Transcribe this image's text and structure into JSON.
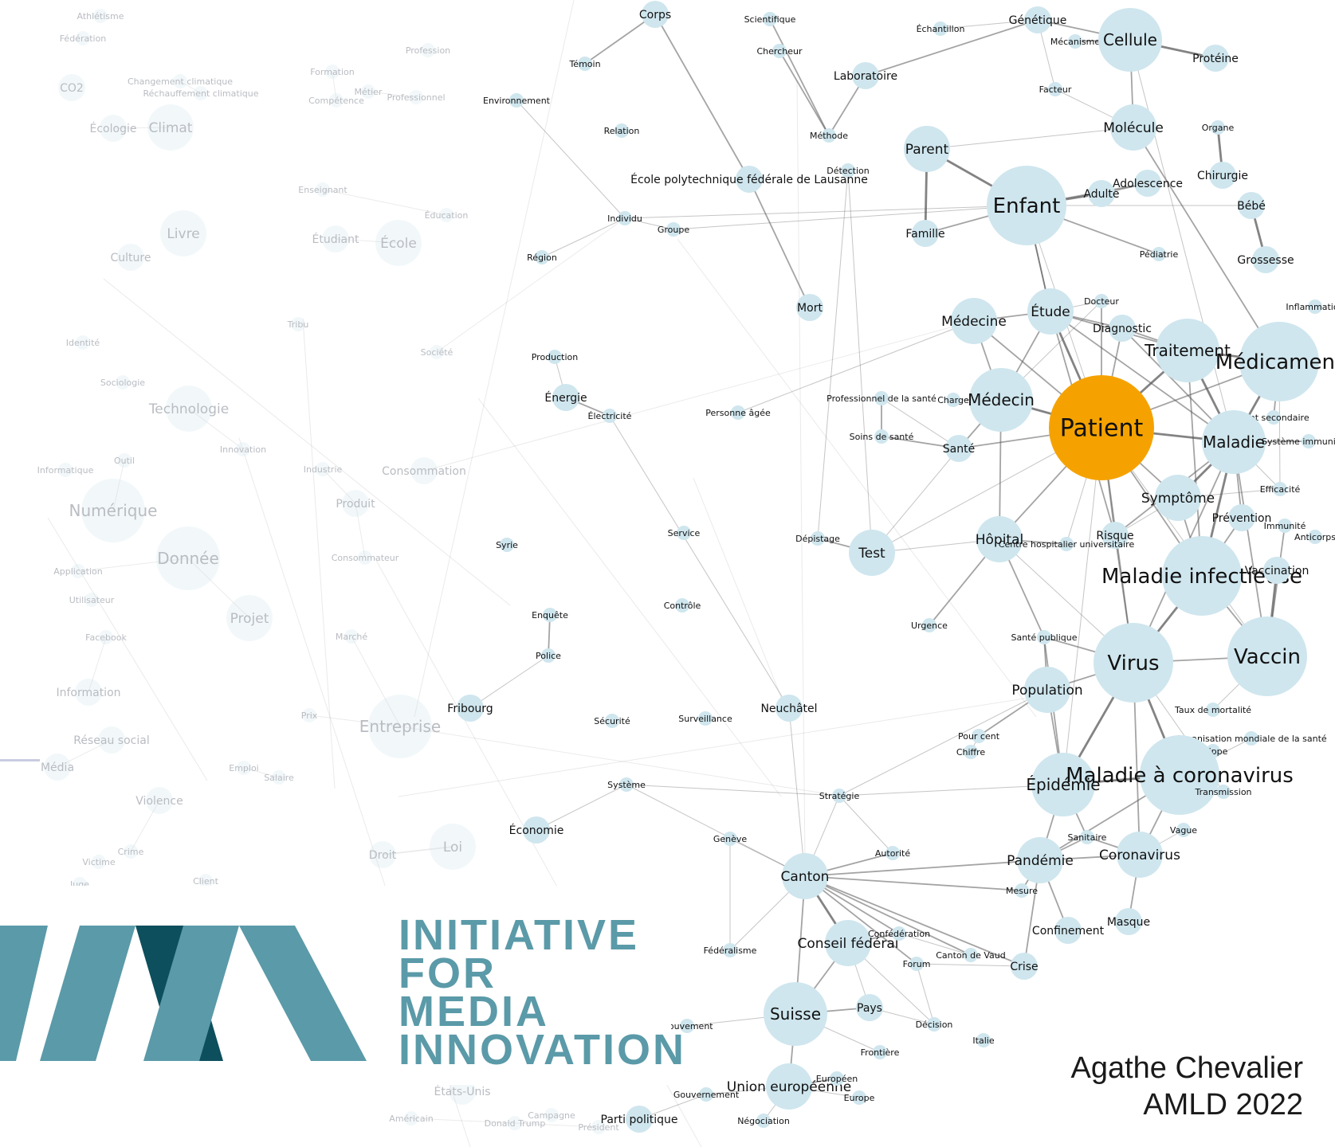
{
  "graph": {
    "highlight": "Patient",
    "colors": {
      "node": "#cfe6ee",
      "highlight": "#f5a200",
      "edge": "#5a5a5a"
    },
    "nodes": [
      {
        "label": "Corps",
        "size": "s"
      },
      {
        "label": "Scientifique",
        "size": "xs"
      },
      {
        "label": "Échantillon",
        "size": "xs"
      },
      {
        "label": "Génétique",
        "size": "s"
      },
      {
        "label": "Mécanisme",
        "size": "xs"
      },
      {
        "label": "Cellule",
        "size": "l"
      },
      {
        "label": "Protéine",
        "size": "s"
      },
      {
        "label": "Témoin",
        "size": "xs"
      },
      {
        "label": "Chercheur",
        "size": "xs"
      },
      {
        "label": "Laboratoire",
        "size": "s"
      },
      {
        "label": "Facteur",
        "size": "xs"
      },
      {
        "label": "Molécule",
        "size": "m"
      },
      {
        "label": "Organe",
        "size": "xs"
      },
      {
        "label": "Environnement",
        "size": "xs"
      },
      {
        "label": "Relation",
        "size": "xs"
      },
      {
        "label": "Méthode",
        "size": "xs"
      },
      {
        "label": "Parent",
        "size": "m"
      },
      {
        "label": "Chirurgie",
        "size": "s"
      },
      {
        "label": "Détection",
        "size": "xs"
      },
      {
        "label": "École polytechnique fédérale de Lausanne",
        "size": "s"
      },
      {
        "label": "Adolescence",
        "size": "s"
      },
      {
        "label": "Adulte",
        "size": "s"
      },
      {
        "label": "Enfant",
        "size": "xl"
      },
      {
        "label": "Bébé",
        "size": "s"
      },
      {
        "label": "Individu",
        "size": "xs"
      },
      {
        "label": "Groupe",
        "size": "xs"
      },
      {
        "label": "Famille",
        "size": "s"
      },
      {
        "label": "Région",
        "size": "xs"
      },
      {
        "label": "Pédiatrie",
        "size": "xs"
      },
      {
        "label": "Grossesse",
        "size": "s"
      },
      {
        "label": "Docteur",
        "size": "xs"
      },
      {
        "label": "Mort",
        "size": "s"
      },
      {
        "label": "Médecine",
        "size": "m"
      },
      {
        "label": "Étude",
        "size": "m"
      },
      {
        "label": "Diagnostic",
        "size": "s"
      },
      {
        "label": "Inflammation",
        "size": "xs"
      },
      {
        "label": "Traitement",
        "size": "l"
      },
      {
        "label": "Médicament",
        "size": "xl"
      },
      {
        "label": "Production",
        "size": "xs"
      },
      {
        "label": "Énergie",
        "size": "s"
      },
      {
        "label": "Électricité",
        "size": "xs"
      },
      {
        "label": "Personne âgée",
        "size": "xs"
      },
      {
        "label": "Professionnel de la santé",
        "size": "xs"
      },
      {
        "label": "Charge",
        "size": "xs"
      },
      {
        "label": "Médecin",
        "size": "l"
      },
      {
        "label": "Patient",
        "size": "hl"
      },
      {
        "label": "Effet secondaire",
        "size": "xs"
      },
      {
        "label": "Soins de santé",
        "size": "xs"
      },
      {
        "label": "Santé",
        "size": "s"
      },
      {
        "label": "Maladie",
        "size": "l"
      },
      {
        "label": "Système immunitaire",
        "size": "xs"
      },
      {
        "label": "Consommation",
        "size": "s"
      },
      {
        "label": "Symptôme",
        "size": "m"
      },
      {
        "label": "Efficacité",
        "size": "xs"
      },
      {
        "label": "Produit",
        "size": "s"
      },
      {
        "label": "Prévention",
        "size": "s"
      },
      {
        "label": "Immunité",
        "size": "xs"
      },
      {
        "label": "Service",
        "size": "xs"
      },
      {
        "label": "Syrie",
        "size": "xs"
      },
      {
        "label": "Dépistage",
        "size": "xs"
      },
      {
        "label": "Hôpital",
        "size": "m"
      },
      {
        "label": "Risque",
        "size": "s"
      },
      {
        "label": "Centre hospitalier universitaire",
        "size": "xs"
      },
      {
        "label": "Anticorps",
        "size": "xs"
      },
      {
        "label": "Test",
        "size": "m"
      },
      {
        "label": "Consommateur",
        "size": "xs"
      },
      {
        "label": "Maladie infectieuse",
        "size": "xl"
      },
      {
        "label": "Vaccination",
        "size": "s"
      },
      {
        "label": "Contrôle",
        "size": "xs"
      },
      {
        "label": "Enquête",
        "size": "xs"
      },
      {
        "label": "Urgence",
        "size": "xs"
      },
      {
        "label": "Santé publique",
        "size": "xs"
      },
      {
        "label": "Police",
        "size": "xs"
      },
      {
        "label": "Virus",
        "size": "xl"
      },
      {
        "label": "Vaccin",
        "size": "xl"
      },
      {
        "label": "Population",
        "size": "m"
      },
      {
        "label": "Fribourg",
        "size": "s"
      },
      {
        "label": "Entreprise",
        "size": "l"
      },
      {
        "label": "Sécurité",
        "size": "xs"
      },
      {
        "label": "Surveillance",
        "size": "xs"
      },
      {
        "label": "Neuchâtel",
        "size": "s"
      },
      {
        "label": "Taux de mortalité",
        "size": "xs"
      },
      {
        "label": "Pour cent",
        "size": "xs"
      },
      {
        "label": "Chiffre",
        "size": "xs"
      },
      {
        "label": "Organisation mondiale de la santé",
        "size": "xs"
      },
      {
        "label": "Grippe",
        "size": "xs"
      },
      {
        "label": "Système",
        "size": "xs"
      },
      {
        "label": "Stratégie",
        "size": "xs"
      },
      {
        "label": "Épidémie",
        "size": "l"
      },
      {
        "label": "Maladie à coronavirus",
        "size": "xl"
      },
      {
        "label": "Transmission",
        "size": "xs"
      },
      {
        "label": "Économie",
        "size": "s"
      },
      {
        "label": "Droit",
        "size": "s"
      },
      {
        "label": "Loi",
        "size": "m"
      },
      {
        "label": "Genève",
        "size": "xs"
      },
      {
        "label": "Vague",
        "size": "xs"
      },
      {
        "label": "Sanitaire",
        "size": "xs"
      },
      {
        "label": "Autorité",
        "size": "xs"
      },
      {
        "label": "Pandémie",
        "size": "m"
      },
      {
        "label": "Coronavirus",
        "size": "m"
      },
      {
        "label": "Canton",
        "size": "m"
      },
      {
        "label": "Mesure",
        "size": "xs"
      },
      {
        "label": "Masque",
        "size": "s"
      },
      {
        "label": "Confinement",
        "size": "s"
      },
      {
        "label": "Fédéralisme",
        "size": "xs"
      },
      {
        "label": "Conseil fédéral",
        "size": "m"
      },
      {
        "label": "Confédération",
        "size": "xs"
      },
      {
        "label": "Forum",
        "size": "xs"
      },
      {
        "label": "Canton de Vaud",
        "size": "xs"
      },
      {
        "label": "Crise",
        "size": "s"
      },
      {
        "label": "Suisse",
        "size": "l"
      },
      {
        "label": "Pays",
        "size": "s"
      },
      {
        "label": "Décision",
        "size": "xs"
      },
      {
        "label": "Italie",
        "size": "xs"
      },
      {
        "label": "Frontière",
        "size": "xs"
      },
      {
        "label": "États-Unis",
        "size": "s"
      },
      {
        "label": "Gouvernement",
        "size": "xs"
      },
      {
        "label": "Union européenne",
        "size": "m"
      },
      {
        "label": "Européen",
        "size": "xs"
      },
      {
        "label": "Europe",
        "size": "xs"
      },
      {
        "label": "Américain",
        "size": "xs"
      },
      {
        "label": "Donald Trump",
        "size": "xs"
      },
      {
        "label": "Campagne",
        "size": "xs"
      },
      {
        "label": "Président",
        "size": "xs"
      },
      {
        "label": "Parti politique",
        "size": "s"
      },
      {
        "label": "Négociation",
        "size": "xs"
      },
      {
        "label": "Athlétisme",
        "size": "xs"
      },
      {
        "label": "Fédération",
        "size": "xs"
      },
      {
        "label": "Profession",
        "size": "xs"
      },
      {
        "label": "Formation",
        "size": "xs"
      },
      {
        "label": "Métier",
        "size": "xs"
      },
      {
        "label": "Changement climatique",
        "size": "xs"
      },
      {
        "label": "Réchauffement climatique",
        "size": "xs"
      },
      {
        "label": "Compétence",
        "size": "xs"
      },
      {
        "label": "Professionnel",
        "size": "xs"
      },
      {
        "label": "CO2",
        "size": "s"
      },
      {
        "label": "Écologie",
        "size": "s"
      },
      {
        "label": "Climat",
        "size": "m"
      },
      {
        "label": "Enseignant",
        "size": "xs"
      },
      {
        "label": "Éducation",
        "size": "xs"
      },
      {
        "label": "Étudiant",
        "size": "s"
      },
      {
        "label": "École",
        "size": "m"
      },
      {
        "label": "Livre",
        "size": "m"
      },
      {
        "label": "Culture",
        "size": "s"
      },
      {
        "label": "Tribu",
        "size": "xs"
      },
      {
        "label": "Société",
        "size": "xs"
      },
      {
        "label": "Identité",
        "size": "xs"
      },
      {
        "label": "Sociologie",
        "size": "xs"
      },
      {
        "label": "Technologie",
        "size": "m"
      },
      {
        "label": "Innovation",
        "size": "xs"
      },
      {
        "label": "Outil",
        "size": "xs"
      },
      {
        "label": "Informatique",
        "size": "xs"
      },
      {
        "label": "Industrie",
        "size": "xs"
      },
      {
        "label": "Numérique",
        "size": "l"
      },
      {
        "label": "Donnée",
        "size": "l"
      },
      {
        "label": "Application",
        "size": "xs"
      },
      {
        "label": "Utilisateur",
        "size": "xs"
      },
      {
        "label": "Projet",
        "size": "m"
      },
      {
        "label": "Marché",
        "size": "xs"
      },
      {
        "label": "Facebook",
        "size": "xs"
      },
      {
        "label": "Information",
        "size": "s"
      },
      {
        "label": "Prix",
        "size": "xs"
      },
      {
        "label": "Réseau social",
        "size": "s"
      },
      {
        "label": "Emploi",
        "size": "xs"
      },
      {
        "label": "Salaire",
        "size": "xs"
      },
      {
        "label": "Média",
        "size": "s"
      },
      {
        "label": "Violence",
        "size": "s"
      },
      {
        "label": "Crime",
        "size": "xs"
      },
      {
        "label": "Victime",
        "size": "xs"
      },
      {
        "label": "Client",
        "size": "xs"
      },
      {
        "label": "Mouvement",
        "size": "xs"
      },
      {
        "label": "Juge",
        "size": "xs"
      }
    ]
  },
  "logo": {
    "lines": [
      "INITIATIVE",
      "FOR",
      "MEDIA",
      "INNOVATION"
    ],
    "color": "#5b9aa8",
    "dark": "#0d4f5c"
  },
  "credit": {
    "name": "Agathe Chevalier",
    "event": "AMLD 2022"
  }
}
